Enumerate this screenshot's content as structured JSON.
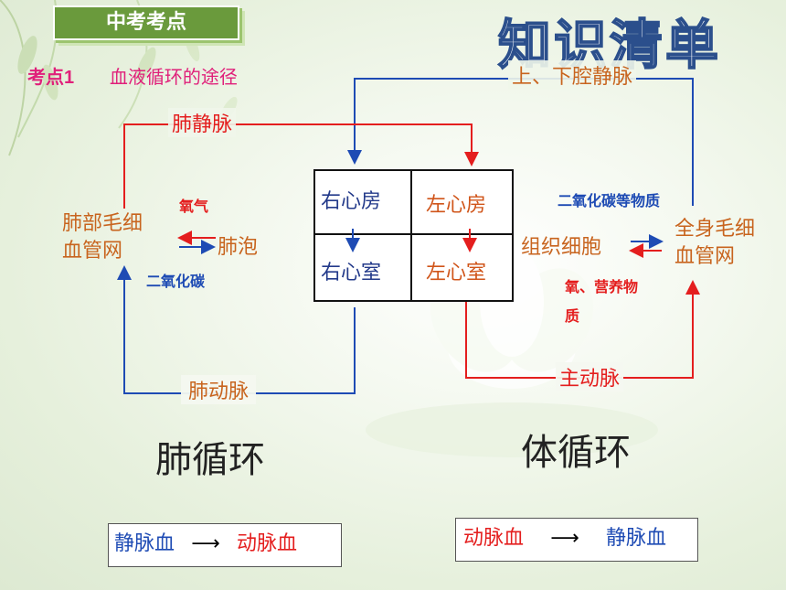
{
  "header": {
    "tag": "中考考点",
    "title": "知识清单",
    "subtitle_prefix": "考点1",
    "subtitle_text": "血液循环的途径"
  },
  "diagram": {
    "vessels": {
      "vena_cava": "上、下腔静脉",
      "pulmonary_vein": "肺静脉",
      "pulmonary_artery": "肺动脉",
      "aorta": "主动脉"
    },
    "heart": {
      "right_atrium": "右心房",
      "left_atrium": "左心房",
      "right_ventricle": "右心室",
      "left_ventricle": "左心室"
    },
    "lung": {
      "capillaries_line1": "肺部毛细",
      "capillaries_line2": "血管网",
      "alveoli": "肺泡",
      "oxygen": "氧气",
      "co2": "二氧化碳"
    },
    "body": {
      "tissue_cells": "组织细胞",
      "capillaries_line1": "全身毛细",
      "capillaries_line2": "血管网",
      "co2_etc": "二氧化碳等物质",
      "nutrients_line1": "氧、营养物",
      "nutrients_line2": "质"
    },
    "circuits": {
      "pulmonary": "肺循环",
      "systemic": "体循环"
    }
  },
  "legend": {
    "pulmonary": {
      "from": "静脉血",
      "to": "动脉血"
    },
    "systemic": {
      "from": "动脉血",
      "to": "静脉血"
    }
  },
  "colors": {
    "deoxygenated": "#1e4bb4",
    "oxygenated": "#e41e1e",
    "label_orange": "#c8641e",
    "accent_pink": "#e0207a"
  }
}
